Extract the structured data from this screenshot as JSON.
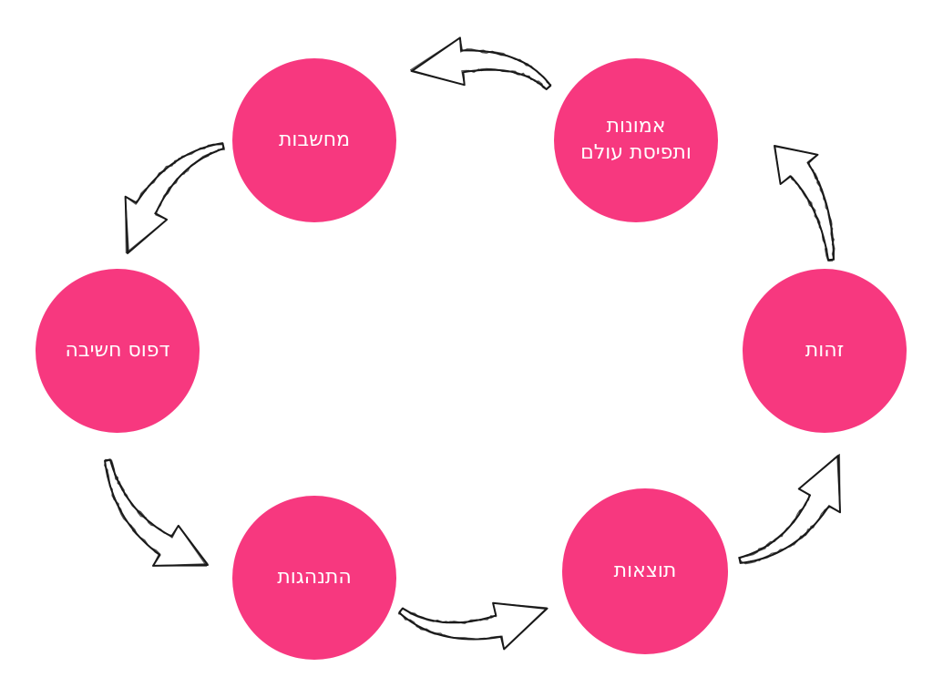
{
  "colors": {
    "node_fill": "#f7387f",
    "node_text": "#ffffff",
    "arrow_stroke": "#1a1a1a",
    "arrow_fill": "#ffffff"
  },
  "nodes": {
    "thoughts": "מחשבות",
    "beliefs": "אמונות\nותפיסת עולם",
    "pattern": "דפוס חשיבה",
    "identity": "זהות",
    "behavior": "התנהגות",
    "results": "תוצאות"
  },
  "cycle": [
    "identity",
    "beliefs",
    "thoughts",
    "pattern",
    "behavior",
    "results"
  ]
}
